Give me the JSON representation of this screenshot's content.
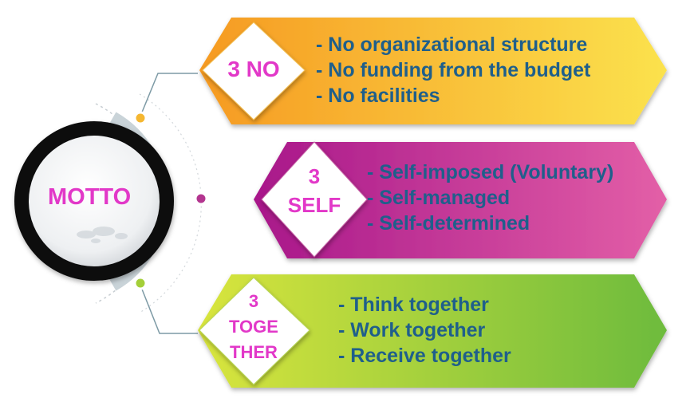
{
  "hub": {
    "label": "MOTTO"
  },
  "groups": [
    {
      "key": "no",
      "badge": "3 NO",
      "items": [
        "- No organizational structure",
        "- No funding from the budget",
        "- No facilities"
      ],
      "gradient": [
        "#f7a324",
        "#fbe04b"
      ],
      "dot": "#f5b731"
    },
    {
      "key": "self",
      "badge_lines": [
        "3",
        "SELF"
      ],
      "items": [
        "- Self-imposed (Voluntary)",
        "- Self-managed",
        "- Self-determined"
      ],
      "gradient": [
        "#b01d8f",
        "#e05aa5"
      ],
      "dot": "#b3358f"
    },
    {
      "key": "together",
      "badge_lines": [
        "3",
        "TOGE",
        "THER"
      ],
      "items": [
        "- Think together",
        "- Work together",
        "- Receive together"
      ],
      "gradient": [
        "#d4e23b",
        "#72be3c"
      ],
      "dot": "#a4cf39"
    }
  ],
  "colors": {
    "badge_text": "#e238c8",
    "bullet_text": "#1f5f8b",
    "ring": "#111111",
    "arc": "#c9d3d8"
  }
}
